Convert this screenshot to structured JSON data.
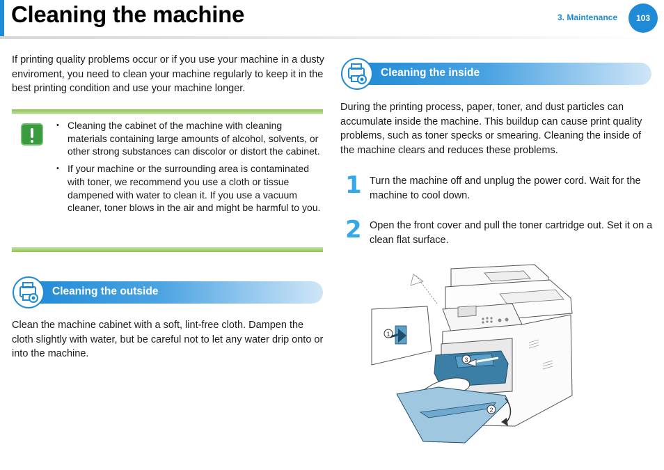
{
  "header": {
    "title": "Cleaning the machine",
    "chapter": "3.  Maintenance",
    "page_number": "103",
    "accent_color": "#1f8ad6"
  },
  "intro": "If printing quality problems occur or if you use your machine in a dusty enviroment, you need to clean your machine regularly to keep it in the best printing condition and use your machine longer.",
  "note": {
    "icon": "exclamation-icon",
    "color": "#3a9b3e",
    "items": [
      "Cleaning the cabinet of the machine with cleaning materials containing large amounts of alcohol, solvents, or other strong substances can discolor or distort the cabinet.",
      "If your machine or the surrounding area is contaminated with toner, we recommend you use a cloth or tissue dampened with water to clean it. If you use a vacuum cleaner, toner blows in the air and might be harmful to you."
    ]
  },
  "outside": {
    "heading": "Cleaning the outside",
    "body": "Clean the machine cabinet with a soft, lint-free cloth. Dampen the cloth slightly with water, but be careful not to let any water drip onto or into the machine."
  },
  "inside": {
    "heading": "Cleaning the inside",
    "body": "During the printing process, paper, toner, and dust particles can accumulate inside the machine. This buildup can cause print quality problems, such as toner specks or smearing. Cleaning the inside of the machine clears and reduces these problems.",
    "steps": [
      {
        "number": "1",
        "text": "Turn the machine off and unplug the power cord. Wait for the machine to cool down."
      },
      {
        "number": "2",
        "text": "Open the front cover and pull the toner cartridge out. Set it on a clean flat surface."
      }
    ]
  },
  "illustration": {
    "callouts": [
      "1",
      "2",
      "3"
    ]
  }
}
